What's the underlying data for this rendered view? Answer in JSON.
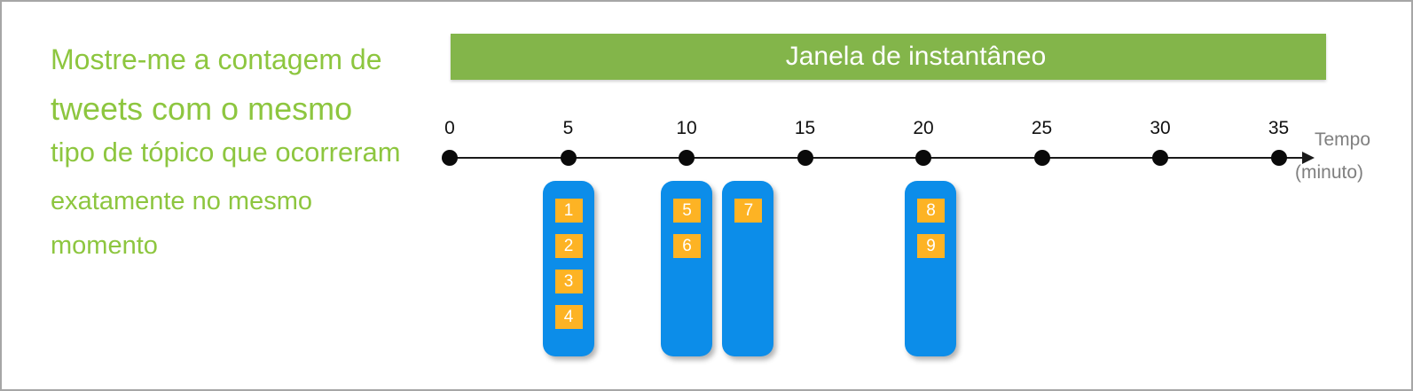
{
  "question": {
    "lines": [
      "Mostre-me a contagem de",
      "tweets com o mesmo",
      "tipo de tópico que ocorreram",
      "exatamente no mesmo",
      "momento"
    ]
  },
  "banner": {
    "label": "Janela de instantâneo"
  },
  "timeline": {
    "ticks": [
      {
        "minute": 0,
        "label": "0"
      },
      {
        "minute": 5,
        "label": "5"
      },
      {
        "minute": 10,
        "label": "10"
      },
      {
        "minute": 15,
        "label": "15"
      },
      {
        "minute": 20,
        "label": "20"
      },
      {
        "minute": 25,
        "label": "25"
      },
      {
        "minute": 30,
        "label": "30"
      },
      {
        "minute": 35,
        "label": "35"
      }
    ],
    "axis_label_line1": "Tempo",
    "axis_label_line2": "(minuto)"
  },
  "windows": [
    {
      "center_minute": 5,
      "events": [
        "1",
        "2",
        "3",
        "4"
      ]
    },
    {
      "center_minute": 10,
      "events": [
        "5",
        "6"
      ]
    },
    {
      "center_minute": 12.6,
      "events": [
        "7"
      ]
    },
    {
      "center_minute": 20.3,
      "events": [
        "8",
        "9"
      ]
    }
  ],
  "colors": {
    "text_green": "#8dc63f",
    "banner_green": "#83b54a",
    "window_blue": "#0c8de9",
    "event_orange": "#fdb324",
    "axis_gray": "#7f7f7f"
  }
}
